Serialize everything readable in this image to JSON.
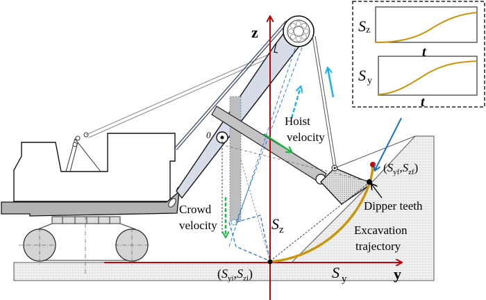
{
  "axes": {
    "z_label": "z",
    "y_label": "y",
    "origin_label": "0",
    "axis_color": "#c00000"
  },
  "labels": {
    "hoist_velocity": [
      "Hoist",
      "velocity"
    ],
    "crowd_velocity": [
      "Crowd",
      "velocity"
    ],
    "dipper_teeth": "Dipper teeth",
    "excavation_trajectory": [
      "Excavation",
      "trajectory"
    ],
    "sz": {
      "main": "S",
      "sub": "z"
    },
    "sy": {
      "main": "S",
      "sub": "y"
    },
    "start_point": {
      "open": "(",
      "s1": "S",
      "sub1": "yi",
      "comma": ",",
      "s2": "S",
      "sub2": "zi",
      "close": ")"
    },
    "end_point": {
      "open": "(",
      "s1": "S",
      "sub1": "yf",
      "comma": ",",
      "s2": "S",
      "sub2": "zf",
      "close": ")"
    }
  },
  "inset": {
    "top_plot": {
      "ylabel_main": "S",
      "ylabel_sub": "z",
      "xlabel": "t"
    },
    "bottom_plot": {
      "ylabel_main": "S",
      "ylabel_sub": "y",
      "xlabel": "t"
    }
  },
  "colors": {
    "trajectory": "#c8960c",
    "hoist_arrow": "#1ab0e8",
    "green_arrow": "#1db34a",
    "blue_line": "#1a6fcc",
    "end_point": "#cc0000",
    "boom_fill": "#d6dde8",
    "gray_fill": "#b9b9b9"
  }
}
